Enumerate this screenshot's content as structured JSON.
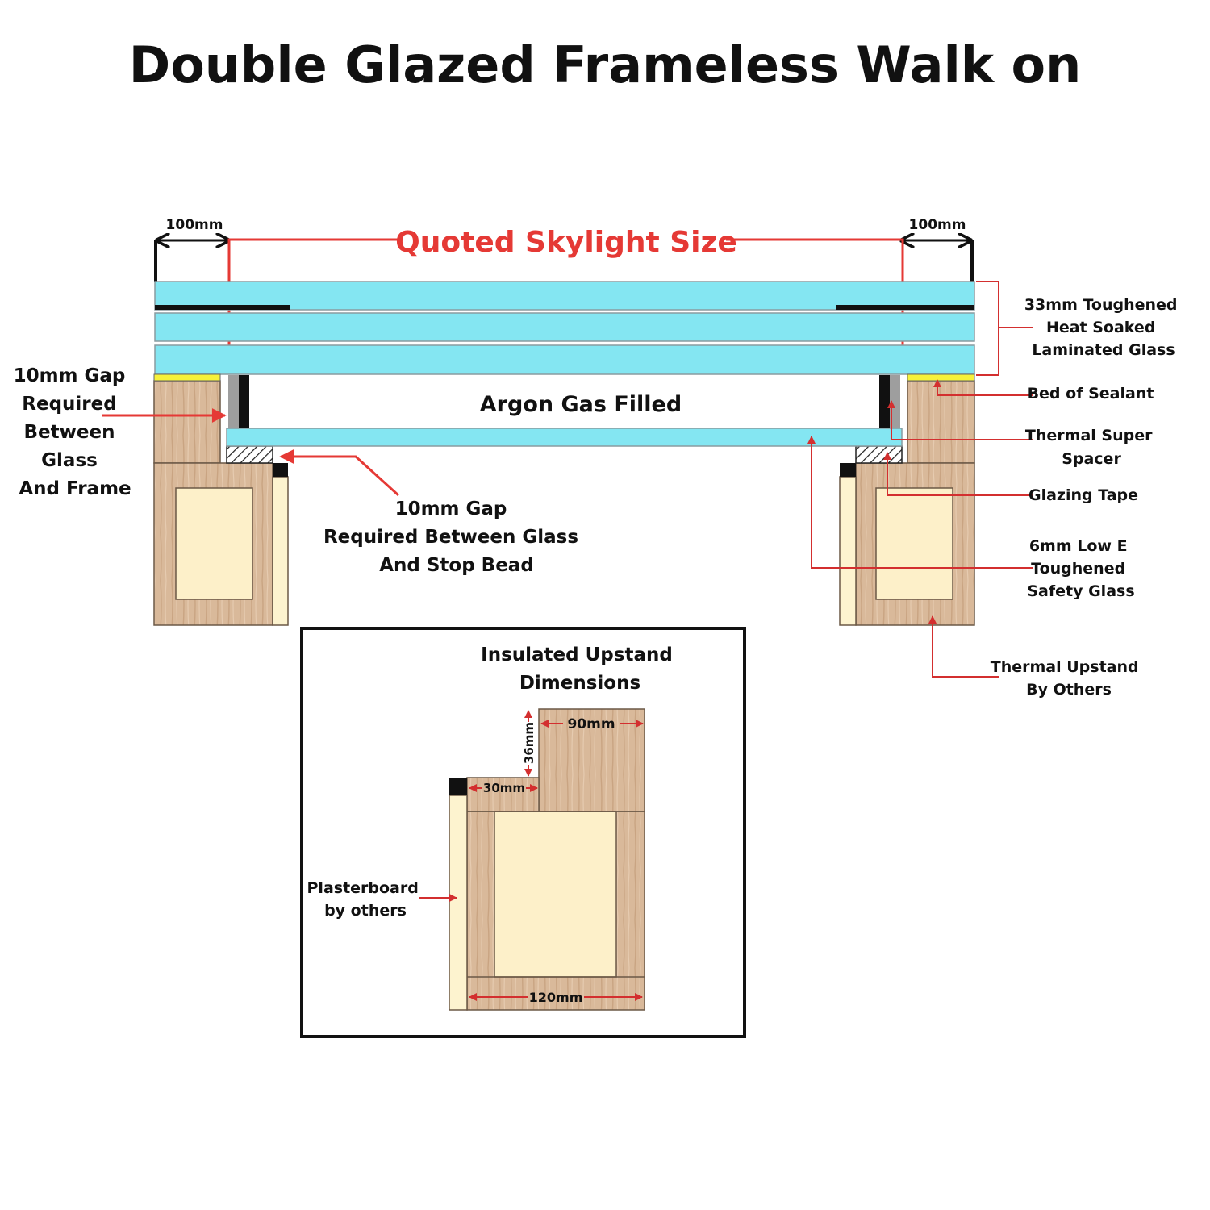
{
  "title": "Double Glazed Frameless Walk on",
  "colors": {
    "glass": "#84e6f2",
    "wood": "#d9b99a",
    "insulation": "#fdf0c9",
    "sealant": "#f7f13a",
    "leader": "#e53935"
  },
  "top_section": {
    "quoted_size": "Quoted Skylight Size",
    "left_margin": "100mm",
    "right_margin": "100mm",
    "cavity": "Argon Gas Filled"
  },
  "labels": {
    "laminated": [
      "33mm Toughened",
      "Heat Soaked",
      "Laminated Glass"
    ],
    "sealant": "Bed of Sealant",
    "spacer": [
      "Thermal Super",
      "Spacer"
    ],
    "tape": "Glazing Tape",
    "lowe": [
      "6mm Low E",
      "Toughened",
      "Safety Glass"
    ],
    "upstand": [
      "Thermal Upstand",
      "By Others"
    ],
    "gap_frame": [
      "10mm Gap",
      "Required",
      "Between",
      "Glass",
      "And Frame"
    ],
    "gap_bead": [
      "10mm Gap",
      "Required Between Glass",
      "And Stop Bead"
    ]
  },
  "inset": {
    "title": [
      "Insulated Upstand",
      "Dimensions"
    ],
    "dim_top": "90mm",
    "dim_step_h": "36mm",
    "dim_step_w": "30mm",
    "dim_base": "120mm",
    "plasterboard": [
      "Plasterboard",
      "by others"
    ]
  }
}
